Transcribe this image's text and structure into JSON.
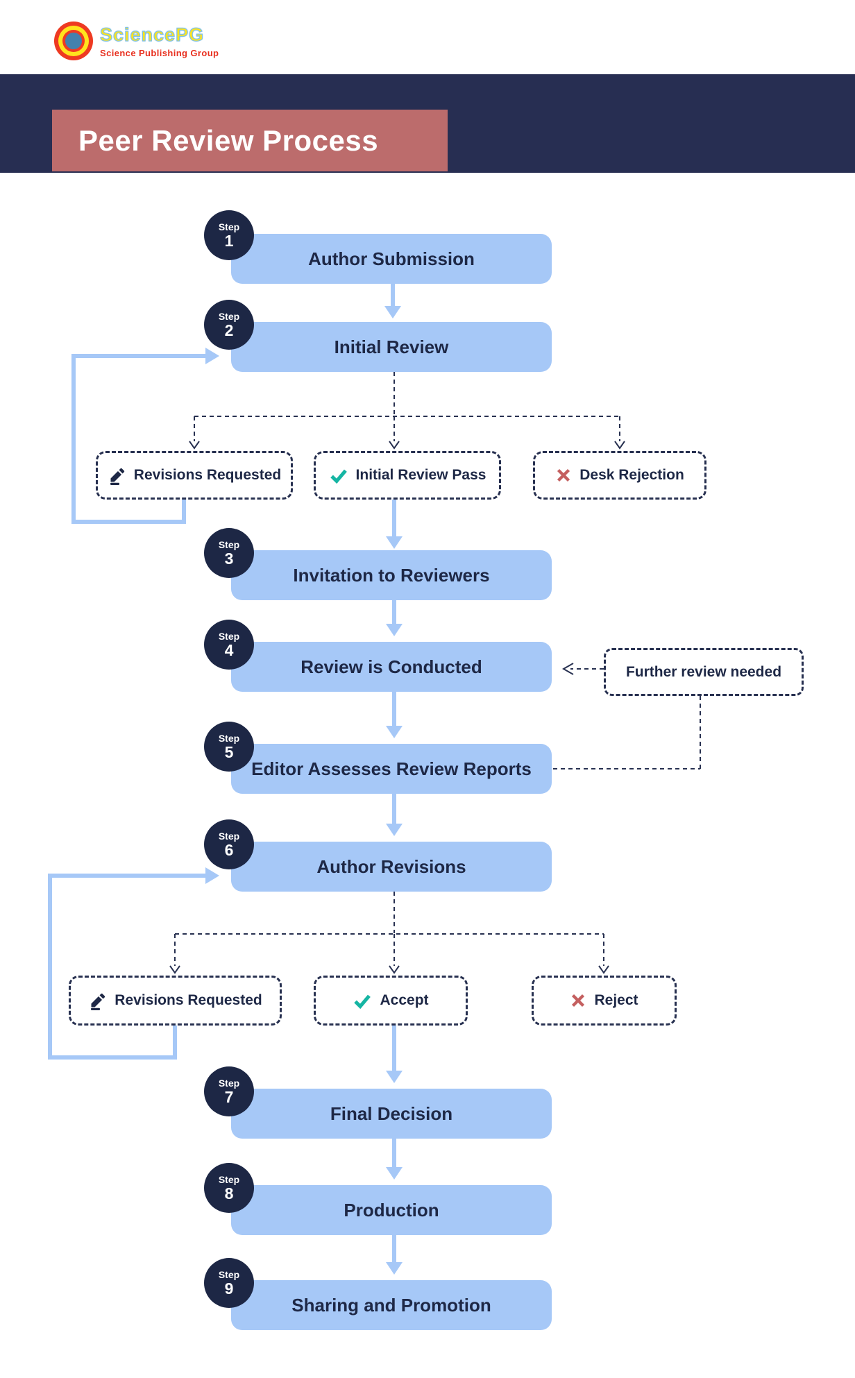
{
  "header": {
    "logo_title": "SciencePG",
    "logo_subtitle": "Science Publishing Group"
  },
  "banner": {
    "title": "Peer Review Process"
  },
  "steps": [
    {
      "badge": "Step",
      "number": "1",
      "label": "Author Submission"
    },
    {
      "badge": "Step",
      "number": "2",
      "label": "Initial Review"
    },
    {
      "badge": "Step",
      "number": "3",
      "label": "Invitation to Reviewers"
    },
    {
      "badge": "Step",
      "number": "4",
      "label": "Review is Conducted"
    },
    {
      "badge": "Step",
      "number": "5",
      "label": "Editor Assesses Review Reports"
    },
    {
      "badge": "Step",
      "number": "6",
      "label": "Author Revisions"
    },
    {
      "badge": "Step",
      "number": "7",
      "label": "Final Decision"
    },
    {
      "badge": "Step",
      "number": "8",
      "label": "Production"
    },
    {
      "badge": "Step",
      "number": "9",
      "label": "Sharing and Promotion"
    }
  ],
  "branches_initial": [
    {
      "icon": "pencil-icon",
      "label": "Revisions Requested"
    },
    {
      "icon": "check-icon",
      "label": "Initial Review Pass"
    },
    {
      "icon": "x-icon",
      "label": "Desk Rejection"
    }
  ],
  "branches_decision": [
    {
      "icon": "pencil-icon",
      "label": "Revisions Requested"
    },
    {
      "icon": "check-icon",
      "label": "Accept"
    },
    {
      "icon": "x-icon",
      "label": "Reject"
    }
  ],
  "side_note": {
    "label": "Further review needed"
  },
  "colors": {
    "band_navy": "#272e52",
    "badge_navy": "#1d2745",
    "banner_rose": "#bc6c6c",
    "box_blue": "#a6c8f7",
    "text_navy": "#1e2846",
    "dashed_navy": "#273050",
    "accept_teal": "#15b5a3",
    "reject_red": "#c45f5f",
    "logo_red": "#ee3a22",
    "logo_yellow": "#ffe41e",
    "logo_blue": "#4381ad"
  }
}
